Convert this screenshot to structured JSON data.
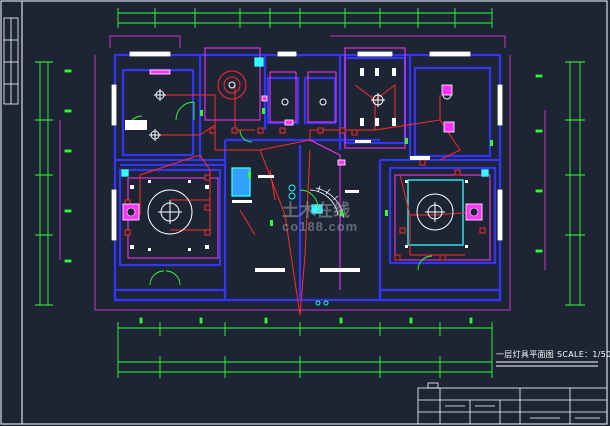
{
  "drawing": {
    "title": "一层灯具平面图",
    "scale": "SCALE：1/50"
  },
  "watermark": {
    "cn": "土木在线",
    "en": "co188.com"
  },
  "colors": {
    "background": "#1d2535",
    "dimension": "#33ff33",
    "wall": "#3434ff",
    "circuit": "#ff2a2a",
    "fixture": "#ffffff",
    "accent_magenta": "#ff33ff",
    "accent_cyan": "#33ffff",
    "frame": "#ffffff"
  }
}
